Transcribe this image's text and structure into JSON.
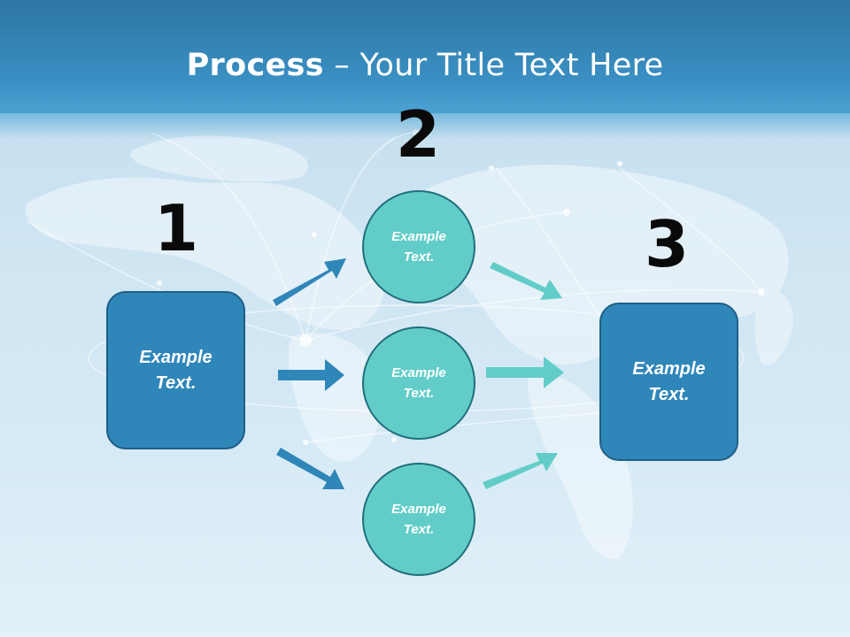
{
  "title": {
    "bold": "Process",
    "rest": " – Your Title Text Here"
  },
  "steps": [
    {
      "number": "1",
      "text_line1": "Example",
      "text_line2": "Text."
    },
    {
      "number": "2"
    },
    {
      "number": "3",
      "text_line1": "Example",
      "text_line2": "Text."
    }
  ],
  "circles": [
    {
      "text_line1": "Example",
      "text_line2": "Text."
    },
    {
      "text_line1": "Example",
      "text_line2": "Text."
    },
    {
      "text_line1": "Example",
      "text_line2": "Text."
    }
  ],
  "colors": {
    "header": "#2d76a5",
    "box_fill": "#2f86b9",
    "circle_fill": "#62cdc8",
    "arrow_blue": "#2f86b9",
    "arrow_teal": "#62cdc8"
  }
}
